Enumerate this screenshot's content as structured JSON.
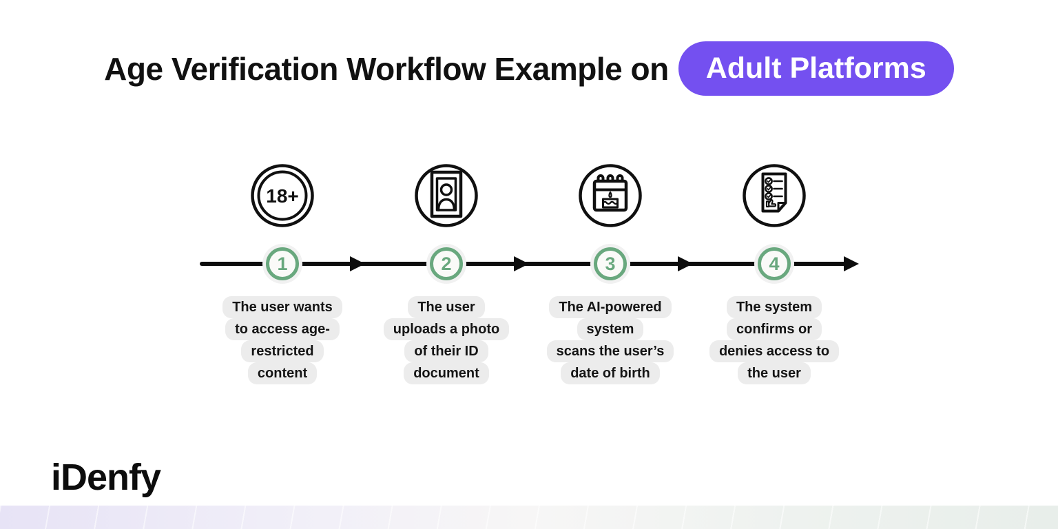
{
  "header": {
    "title": "Age Verification Workflow Example on",
    "badge": "Adult Platforms"
  },
  "steps": [
    {
      "number": "1",
      "icon": "age-18-plus-icon",
      "lines": [
        "The user wants",
        "to access age-",
        "restricted",
        "content"
      ]
    },
    {
      "number": "2",
      "icon": "id-photo-icon",
      "lines": [
        "The user",
        "uploads a photo",
        "of their ID",
        "document"
      ]
    },
    {
      "number": "3",
      "icon": "birthday-calendar-icon",
      "lines": [
        "The AI-powered",
        "system",
        "scans the user’s",
        "date of birth"
      ]
    },
    {
      "number": "4",
      "icon": "approval-checklist-icon",
      "lines": [
        "The system",
        "confirms or",
        "denies access to",
        "the user"
      ]
    }
  ],
  "footer": {
    "logo": "iDenfy"
  },
  "colors": {
    "accent_purple": "#7450f0",
    "step_green": "#69a87e",
    "label_background": "#ececec",
    "ink": "#111111",
    "footer_left": "#e7e3f6",
    "footer_right": "#e8eeea"
  }
}
